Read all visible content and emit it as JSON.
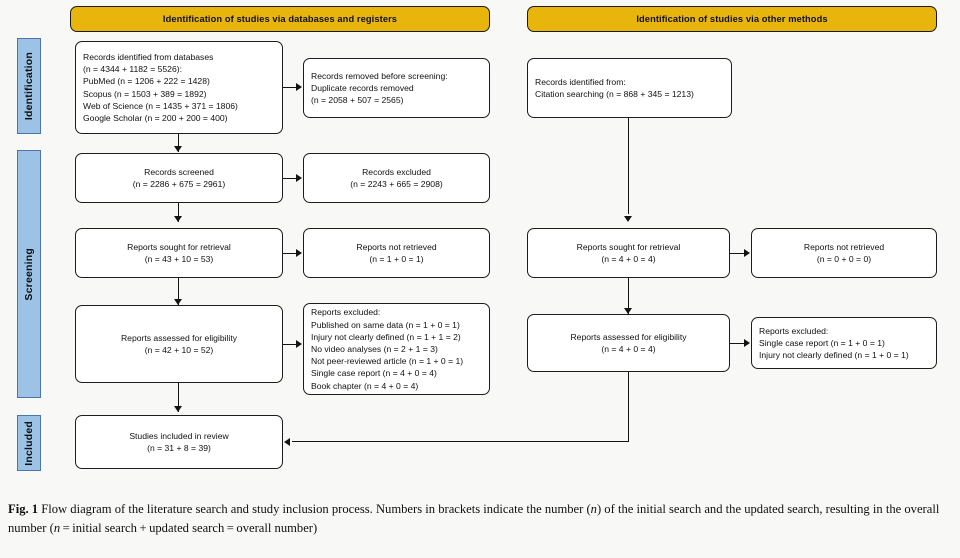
{
  "figure": {
    "headers": [
      {
        "id": "db",
        "label": "Identification of studies via databases and registers"
      },
      {
        "id": "other",
        "label": "Identification of studies via other methods"
      }
    ],
    "stage_tabs": [
      {
        "id": "identification",
        "label": "Identification"
      },
      {
        "id": "screening",
        "label": "Screening"
      },
      {
        "id": "included",
        "label": "Included"
      }
    ],
    "boxes": {
      "records_identified": {
        "lines": [
          "Records identified from databases",
          "(n = 4344 + 1182 = 5526):",
          "PubMed (n = 1206 + 222 = 1428)",
          "Scopus (n = 1503 + 389 = 1892)",
          "Web of Science (n = 1435 + 371 = 1806)",
          "Google Scholar (n = 200 + 200 = 400)"
        ]
      },
      "records_removed": {
        "lines": [
          "Records removed before screening:",
          "Duplicate records removed",
          "(n = 2058 + 507 = 2565)"
        ]
      },
      "records_screened": {
        "lines": [
          "Records screened",
          "(n = 2286 + 675 = 2961)"
        ]
      },
      "records_excluded": {
        "lines": [
          "Records excluded",
          "(n = 2243 + 665 = 2908)"
        ]
      },
      "reports_sought_db": {
        "lines": [
          "Reports sought for retrieval",
          "(n = 43 + 10 = 53)"
        ]
      },
      "reports_not_retrieved_db": {
        "lines": [
          "Reports not retrieved",
          "(n = 1 + 0 = 1)"
        ]
      },
      "reports_assessed_db": {
        "lines": [
          "Reports assessed for eligibility",
          "(n = 42 + 10 = 52)"
        ]
      },
      "reports_excluded_db": {
        "lines": [
          "Reports excluded:",
          "Published on same data (n = 1 + 0 = 1)",
          "Injury not clearly defined (n = 1 + 1 = 2)",
          "No video analyses (n = 2 + 1 = 3)",
          "Not peer-reviewed article (n = 1 + 0 = 1)",
          "Single case report (n = 4 + 0 = 4)",
          "Book chapter (n = 4 + 0 = 4)"
        ]
      },
      "studies_included": {
        "lines": [
          "Studies included in review",
          "(n = 31 + 8 = 39)"
        ]
      },
      "records_identified_other": {
        "lines": [
          "Records identified from:",
          "Citation searching (n = 868 + 345 = 1213)"
        ]
      },
      "reports_sought_other": {
        "lines": [
          "Reports sought for retrieval",
          "(n = 4 + 0 = 4)"
        ]
      },
      "reports_not_retrieved_other": {
        "lines": [
          "Reports not retrieved",
          "(n = 0 + 0 = 0)"
        ]
      },
      "reports_assessed_other": {
        "lines": [
          "Reports assessed for eligibility",
          "(n = 4 + 0 = 4)"
        ]
      },
      "reports_excluded_other": {
        "lines": [
          "Reports excluded:",
          "Single case report (n = 1 + 0 = 1)",
          "Injury not clearly defined (n = 1 + 0 = 1)"
        ]
      }
    },
    "colors": {
      "header_fill": "#e8b50d",
      "tab_fill": "#9cc2e5",
      "tab_border": "#4a77a8",
      "box_border": "#1d1d1d",
      "background": "#f8f8f7"
    }
  },
  "caption": {
    "fig_label": "Fig. 1",
    "part1": "Flow diagram of the literature search and study inclusion process. Numbers in brackets indicate the number (",
    "n1": "n",
    "part2": ") of the initial search and the updated search, resulting in the overall number (",
    "n2": "n",
    "part3": " = initial search + updated search = overall number)"
  }
}
